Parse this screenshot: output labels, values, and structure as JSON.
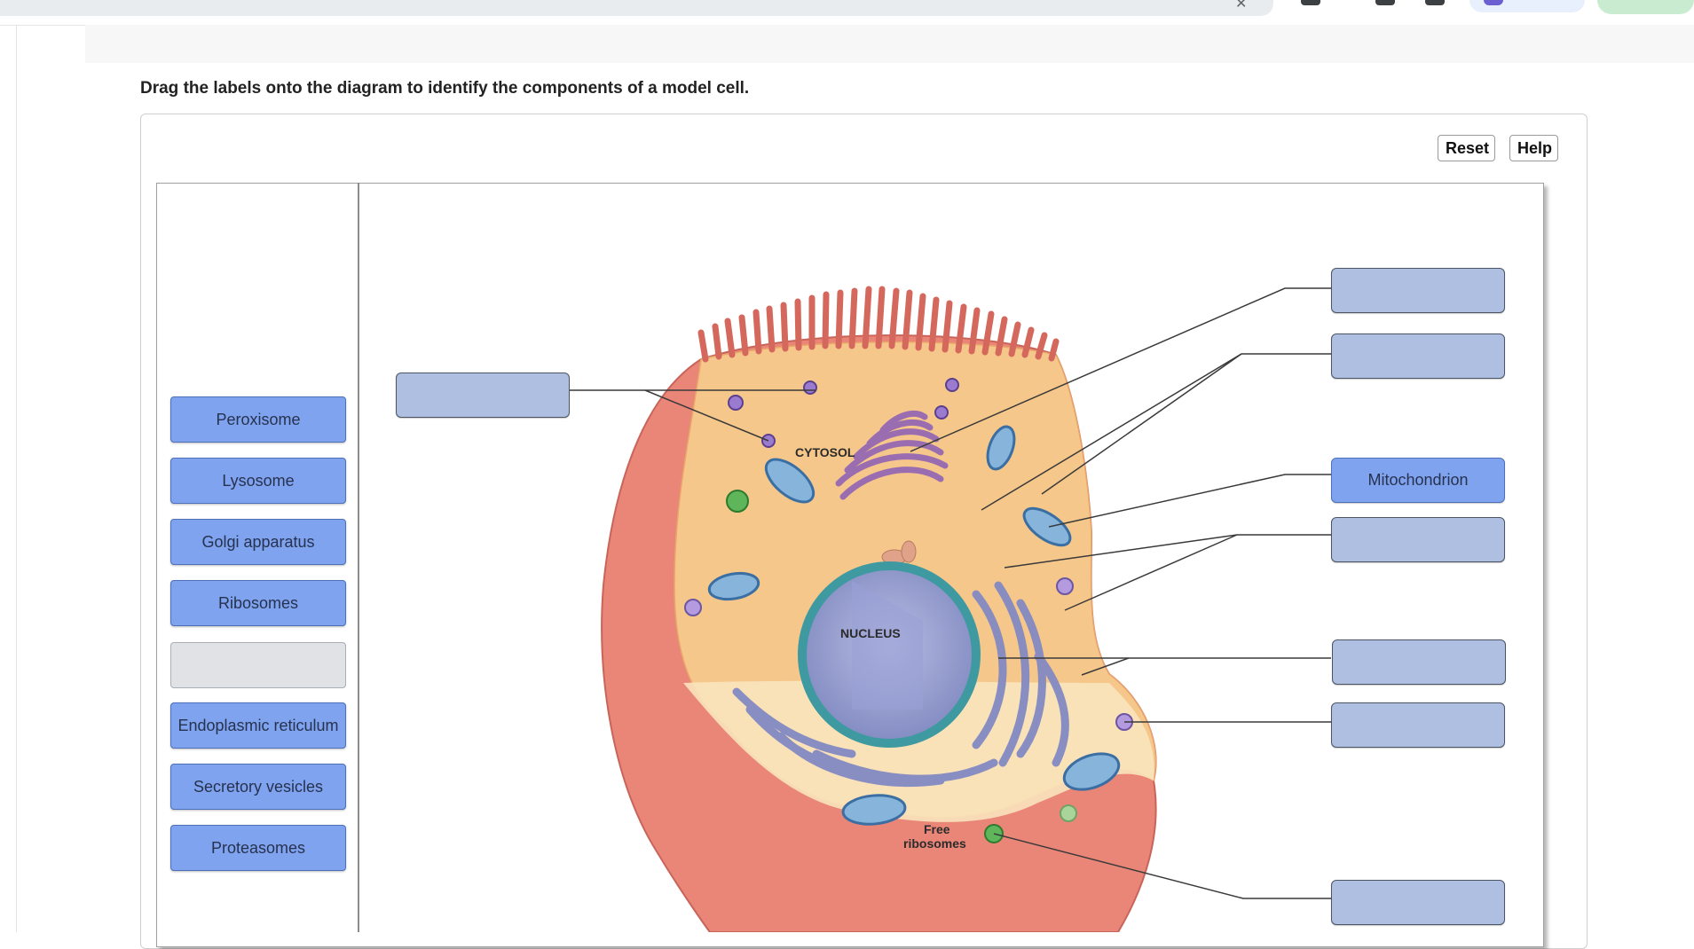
{
  "instruction": "Drag the labels onto the diagram to identify the components of a model cell.",
  "toolbar": {
    "reset_label": "Reset",
    "help_label": "Help"
  },
  "label_bank": [
    {
      "label": "Peroxisome"
    },
    {
      "label": "Lysosome"
    },
    {
      "label": "Golgi apparatus"
    },
    {
      "label": "Ribosomes"
    },
    {
      "label": ""
    },
    {
      "label": "Endoplasmic reticulum"
    },
    {
      "label": "Secretory vesicles"
    },
    {
      "label": "Proteasomes"
    }
  ],
  "targets": [
    {
      "label": ""
    },
    {
      "label": ""
    },
    {
      "label": ""
    },
    {
      "label": "Mitochondrion"
    },
    {
      "label": ""
    },
    {
      "label": ""
    },
    {
      "label": ""
    },
    {
      "label": ""
    }
  ],
  "diagram": {
    "cytosol_label": "CYTOSOL",
    "nucleus_label": "NUCLEUS",
    "free_ribosomes_line1": "Free",
    "free_ribosomes_line2": "ribosomes"
  },
  "colors": {
    "bank_label_fill": "#7fa3ef",
    "target_empty_fill": "#aebfe2",
    "cell_membrane": "#e98678",
    "cytosol": "#f6c78a",
    "nucleus": "#8f96c9"
  }
}
